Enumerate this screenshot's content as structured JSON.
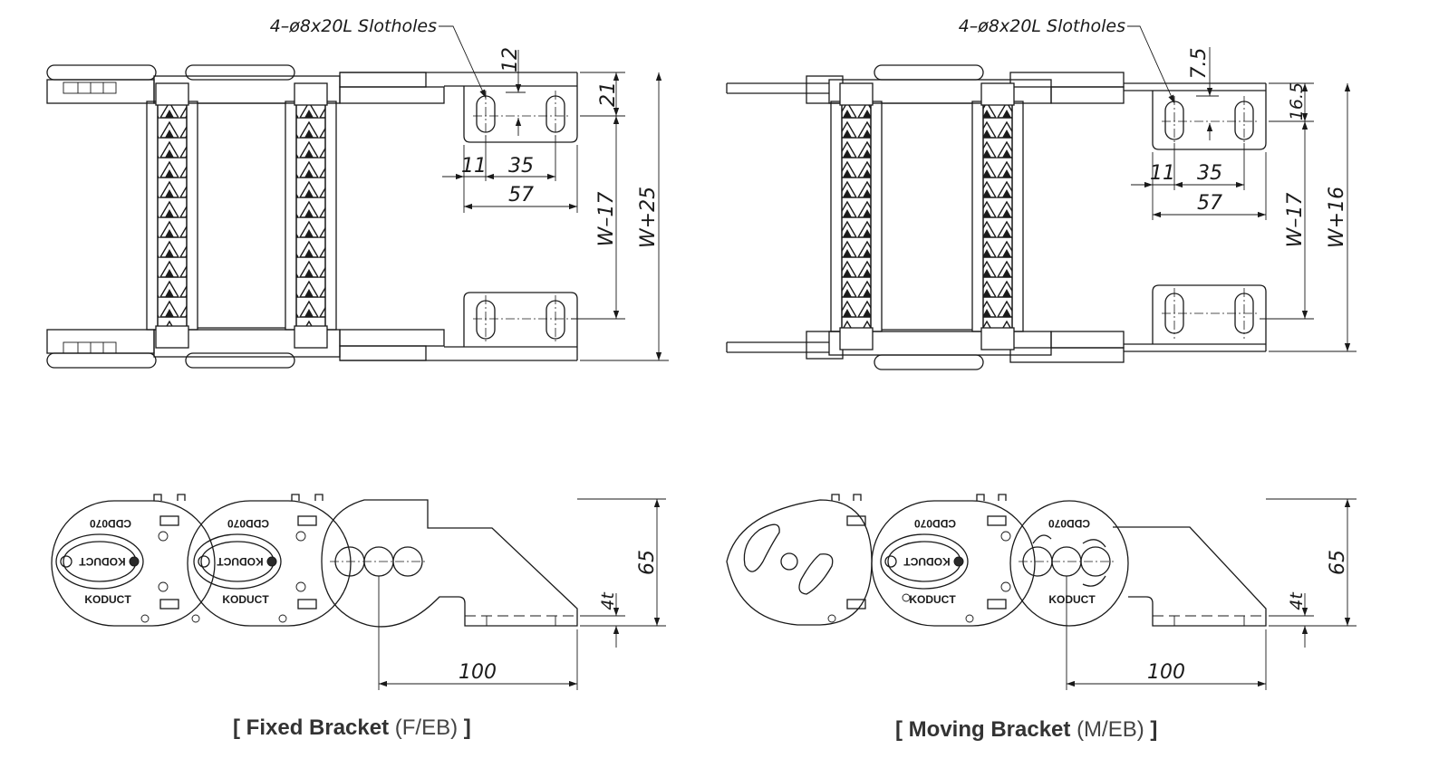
{
  "fixed": {
    "caption": {
      "open": "[",
      "name": "Fixed Bracket",
      "code": "(F/EB)",
      "close": "]"
    },
    "top_view": {
      "slot_label": "4–ø8x20L Slotholes",
      "dim_slot_offset": "12",
      "dim_edge": "21",
      "dim_11": "11",
      "dim_35": "35",
      "dim_57": "57",
      "dim_w_minus": "W–17",
      "dim_w_plus": "W+25"
    },
    "side_view": {
      "dim_height": "65",
      "dim_thickness": "4t",
      "dim_length": "100"
    }
  },
  "moving": {
    "caption": {
      "open": "[",
      "name": "Moving Bracket",
      "code": "(M/EB)",
      "close": "]"
    },
    "top_view": {
      "slot_label": "4–ø8x20L Slotholes",
      "dim_slot_offset": "7.5",
      "dim_edge": "16.5",
      "dim_11": "11",
      "dim_35": "35",
      "dim_57": "57",
      "dim_w_minus": "W–17",
      "dim_w_plus": "W+16"
    },
    "side_view": {
      "dim_height": "65",
      "dim_thickness": "4t",
      "dim_length": "100"
    }
  },
  "stamps": {
    "model": "CDD070",
    "brand": "KODUCT"
  },
  "colors": {
    "line": "#1a1a1a",
    "caption_text": "#444444",
    "background": "#ffffff"
  }
}
